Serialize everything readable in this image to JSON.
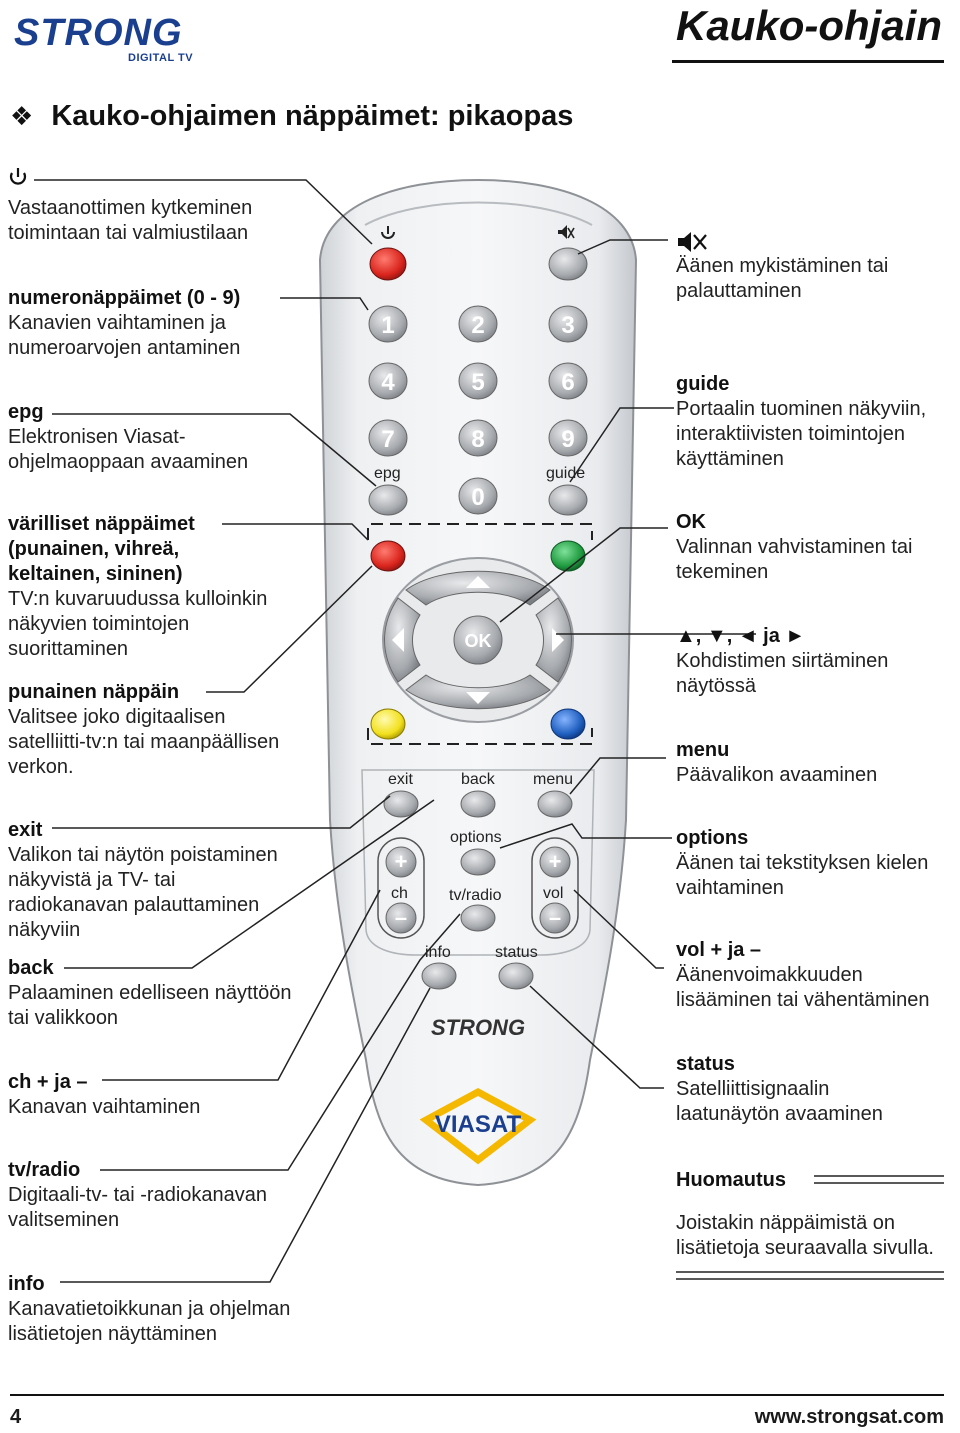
{
  "brand": {
    "name": "STRONG",
    "sub": "DIGITAL TV"
  },
  "header": {
    "title": "Kauko-ohjain"
  },
  "section": {
    "title": "Kauko-ohjaimen näppäimet: pikaopas"
  },
  "left": {
    "power": {
      "desc": "Vastaanottimen kytkeminen toimintaan tai valmiustilaan"
    },
    "numbers": {
      "title": "numeronäppäimet (0 - 9)",
      "desc": "Kanavien vaihtaminen ja numeroarvojen antaminen"
    },
    "epg": {
      "title": "epg",
      "desc": "Elektronisen Viasat-ohjelmaoppaan avaaminen"
    },
    "colored": {
      "title": "värilliset näppäimet (punainen, vihreä, keltainen, sininen)",
      "desc": "TV:n kuvaruudussa kulloinkin näkyvien toimintojen suorittaminen"
    },
    "red": {
      "title": "punainen näppäin",
      "desc": "Valitsee joko digitaalisen satelliitti-tv:n tai maanpäällisen verkon."
    },
    "exit": {
      "title": "exit",
      "desc": "Valikon tai näytön poistaminen näkyvistä ja TV- tai radiokanavan palauttaminen näkyviin"
    },
    "back": {
      "title": "back",
      "desc": "Palaaminen edelliseen näyttöön tai valikkoon"
    },
    "ch": {
      "title": "ch + ja –",
      "desc": "Kanavan vaihtaminen"
    },
    "tvradio": {
      "title": "tv/radio",
      "desc": "Digitaali-tv- tai -radiokanavan valitseminen"
    },
    "info": {
      "title": "info",
      "desc": "Kanavatietoikkunan ja ohjelman lisätietojen näyttäminen"
    }
  },
  "right": {
    "mute": {
      "desc": "Äänen mykistäminen tai palauttaminen"
    },
    "guide": {
      "title": "guide",
      "desc": "Portaalin tuominen näkyviin, interaktiivisten toimintojen käyttäminen"
    },
    "ok": {
      "title": "OK",
      "desc": "Valinnan vahvistaminen tai tekeminen"
    },
    "arrows": {
      "title": "▲, ▼, ◄ ja ►",
      "desc": "Kohdistimen siirtäminen näytössä"
    },
    "menu": {
      "title": "menu",
      "desc": "Päävalikon avaaminen"
    },
    "options": {
      "title": "options",
      "desc": "Äänen tai tekstityksen kielen vaihtaminen"
    },
    "vol": {
      "title": "vol + ja –",
      "desc": "Äänenvoimakkuuden lisääminen tai vähentäminen"
    },
    "status": {
      "title": "status",
      "desc": "Satelliittisignaalin laatunäytön avaaminen"
    },
    "note": {
      "title": "Huomautus",
      "desc": "Joistakin näppäimistä on lisätietoja seuraavalla sivulla."
    }
  },
  "remote": {
    "digits": [
      "1",
      "2",
      "3",
      "4",
      "5",
      "6",
      "7",
      "8",
      "9",
      "0"
    ],
    "epg": "epg",
    "guide": "guide",
    "ok": "OK",
    "exit": "exit",
    "back": "back",
    "menu": "menu",
    "options": "options",
    "tvradio": "tv/radio",
    "ch": "ch",
    "vol": "vol",
    "info": "info",
    "status": "status",
    "brand": "STRONG",
    "viasat": "VIASAT"
  },
  "colors": {
    "red": "#d9251d",
    "green": "#1f9a3f",
    "yellow": "#f2e01e",
    "blue": "#1f5fbf",
    "brand": "#1a3f8f",
    "viasat_ring": "#f5b800"
  },
  "footer": {
    "page": "4",
    "site": "www.strongsat.com"
  }
}
